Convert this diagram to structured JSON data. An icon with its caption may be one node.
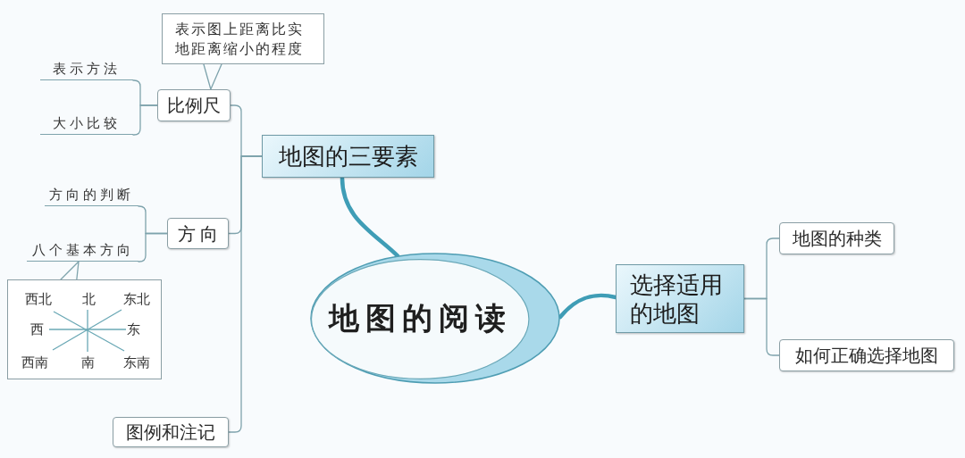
{
  "diagram": {
    "nodes": [
      {
        "text": [
          "地图的阅读"
        ]
      },
      {
        "text": [
          "地图的三要素"
        ]
      },
      {
        "text": [
          "比例尺"
        ]
      },
      {
        "text": [
          "表示图上距离比实地距离缩小的程度"
        ]
      },
      {
        "text": [
          "表示方法"
        ]
      },
      {
        "text": [
          "大小比较"
        ]
      },
      {
        "text": [
          "方 向"
        ]
      },
      {
        "text": [
          "方向的判断"
        ]
      },
      {
        "text": [
          "八个基本方向"
        ]
      },
      {
        "text": [
          "西北",
          "北",
          "东北",
          "西",
          "东",
          "西南",
          "南",
          "东南"
        ]
      },
      {
        "text": [
          "图例和注记"
        ]
      },
      {
        "text": [
          "选择适用的地图"
        ]
      },
      {
        "text": [
          "地图的种类"
        ]
      },
      {
        "text": [
          "如何正确选择地图"
        ]
      }
    ],
    "edges": [
      {
        "from": 0,
        "to": 1,
        "arrow": "none",
        "style": "thick",
        "color": "#3f9db6"
      },
      {
        "from": 0,
        "to": 11,
        "arrow": "none",
        "style": "thick",
        "color": "#3f9db6"
      },
      {
        "from": 1,
        "to": 2,
        "arrow": "none"
      },
      {
        "from": 1,
        "to": 6,
        "arrow": "none"
      },
      {
        "from": 1,
        "to": 10,
        "arrow": "none"
      },
      {
        "from": 3,
        "to": 2,
        "arrow": "none"
      },
      {
        "from": 2,
        "to": 4,
        "arrow": "none"
      },
      {
        "from": 2,
        "to": 5,
        "arrow": "none"
      },
      {
        "from": 6,
        "to": 7,
        "arrow": "none"
      },
      {
        "from": 6,
        "to": 8,
        "arrow": "none"
      },
      {
        "from": 9,
        "to": 8,
        "arrow": "none"
      },
      {
        "from": 11,
        "to": 12,
        "arrow": "none"
      },
      {
        "from": 11,
        "to": 13,
        "arrow": "none"
      }
    ]
  }
}
